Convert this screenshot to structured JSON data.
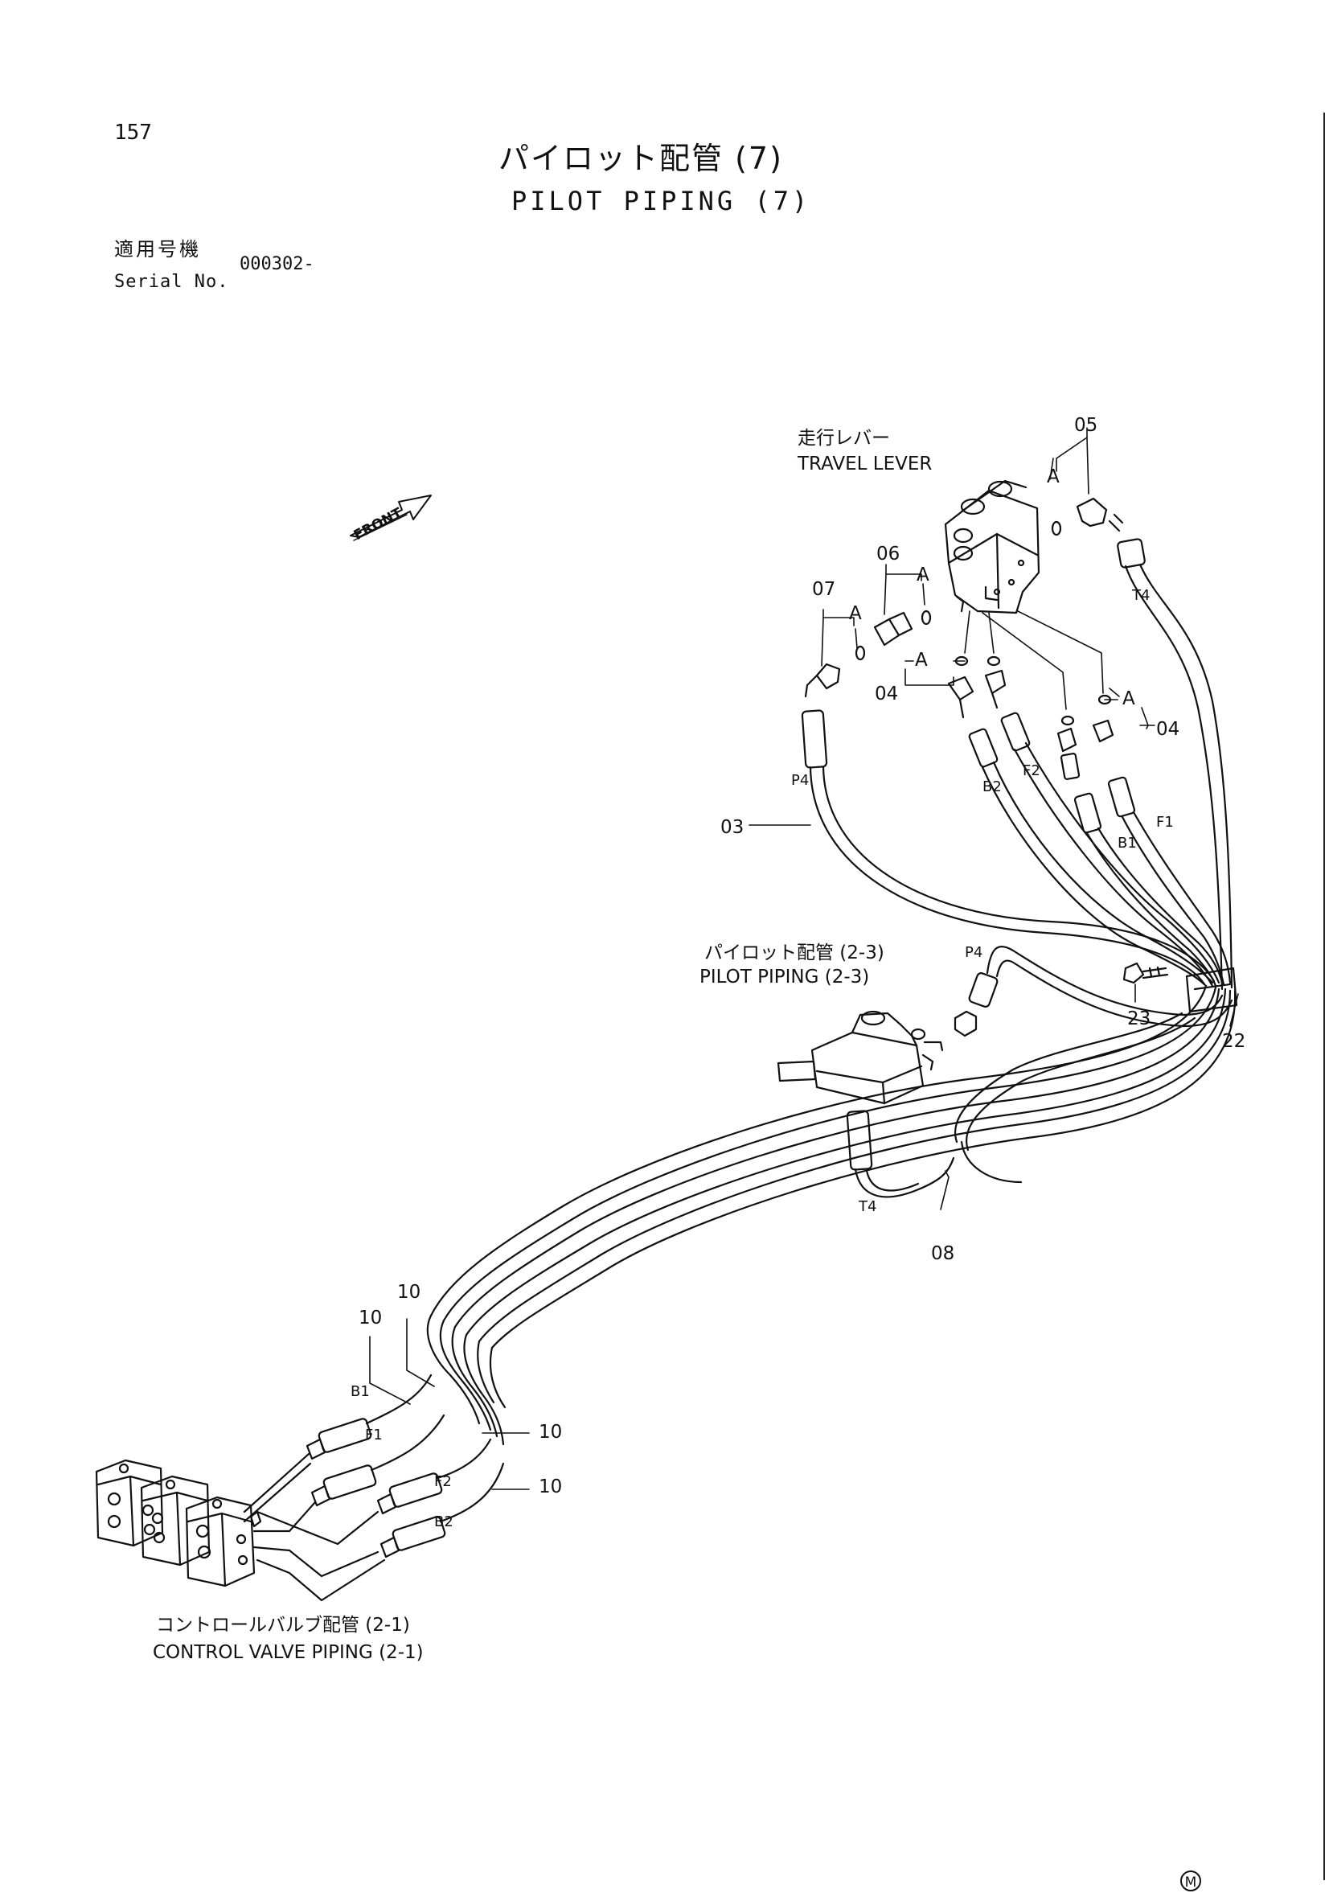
{
  "header": {
    "page_number": "157",
    "title_jp": "パイロット配管 (7)",
    "title_en": "PILOT PIPING (7)",
    "serial_label_jp": "適用号機",
    "serial_label_en": "Serial No.",
    "serial_value": "000302-"
  },
  "diagram": {
    "front_label": "FRONT",
    "travel_lever_jp": "走行レバー",
    "travel_lever_en": "TRAVEL LEVER",
    "pilot_piping_ref_jp": "パイロット配管 (2-3)",
    "pilot_piping_ref_en": "PILOT PIPING (2-3)",
    "control_valve_ref_jp": "コントロールバルブ配管 (2-1)",
    "control_valve_ref_en": "CONTROL VALVE PIPING (2-1)",
    "callouts": {
      "p03": "03",
      "p04a": "04",
      "p04b": "04",
      "p05": "05",
      "p06": "06",
      "p07": "07",
      "p08": "08",
      "p10a": "10",
      "p10b": "10",
      "p10c": "10",
      "p10d": "10",
      "p22": "22",
      "p23": "23"
    },
    "detail_marks": {
      "a1": "A",
      "a2": "A",
      "a3": "A",
      "a4": "A",
      "a5": "A"
    },
    "port_labels": {
      "p4_top": "P4",
      "b2_top": "B2",
      "f2_top": "F2",
      "b1_top": "B1",
      "f1_top": "F1",
      "t4_top": "T4",
      "p4_mid": "P4",
      "t4_mid": "T4",
      "b1_bot": "B1",
      "f1_bot": "F1",
      "f2_bot": "F2",
      "b2_bot": "B2"
    },
    "footer_mark": "M"
  }
}
